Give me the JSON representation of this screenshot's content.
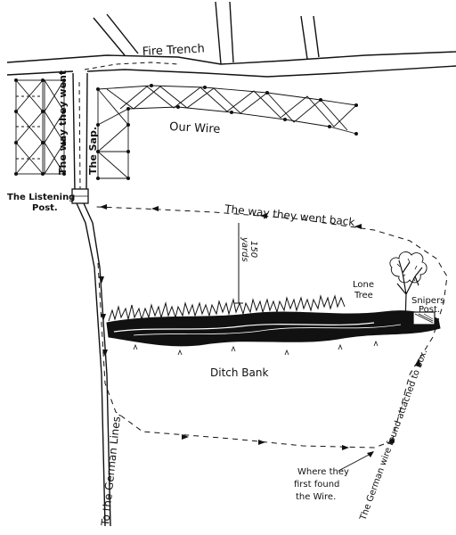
{
  "labels": {
    "fire_trench": "Fire Trench",
    "our_wire": "Our Wire",
    "the_way_they_went": "The way they went",
    "the_sap": "The Sap.",
    "listening_post_line1": "The Listening",
    "listening_post_line2": "Post.",
    "way_back": "The way they went back",
    "distance_num": "150",
    "distance_unit": "yards",
    "lone_tree_line1": "Lone",
    "lone_tree_line2": "Tree",
    "snipers_post_line1": "Snipers",
    "snipers_post_line2": "Post.",
    "ditch_bank": "Ditch Bank",
    "to_german_lines": "To the German Lines.",
    "german_wire_box": "The German wire found attached to box.",
    "found_wire_line1": "Where they",
    "found_wire_line2": "first found",
    "found_wire_line3": "the Wire."
  },
  "colors": {
    "ink": "#111111",
    "paper": "#ffffff"
  }
}
